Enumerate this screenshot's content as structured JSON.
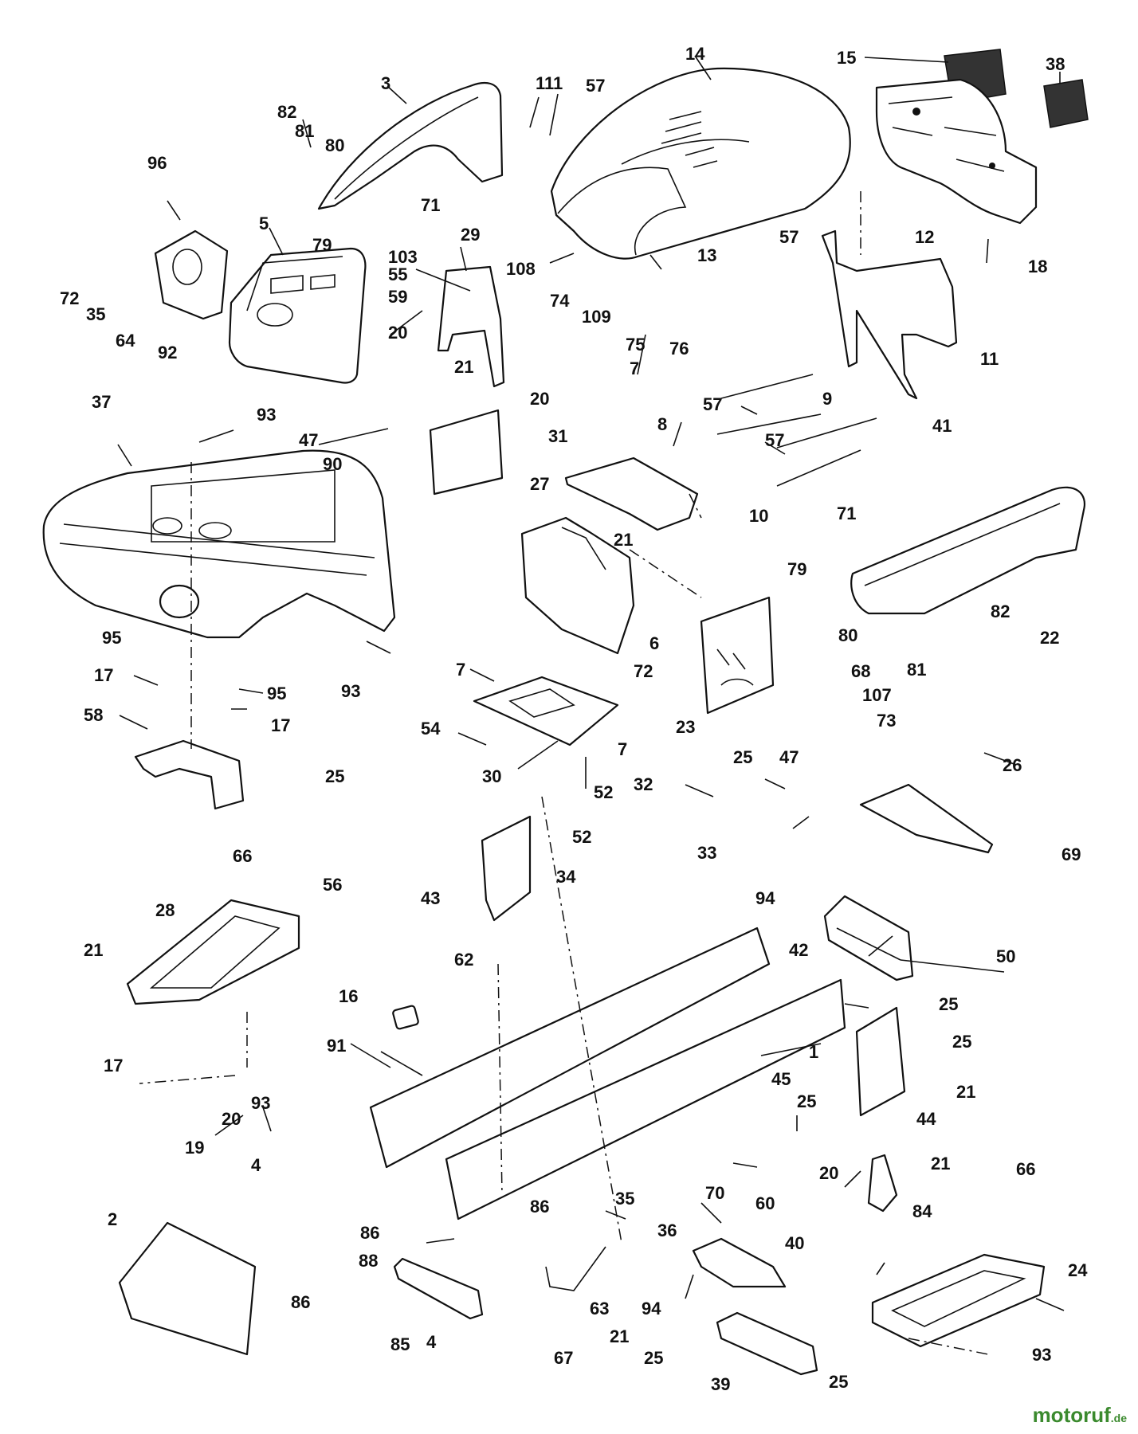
{
  "diagram": {
    "callouts": [
      {
        "id": "c14",
        "text": "14"
      },
      {
        "id": "c15",
        "text": "15"
      },
      {
        "id": "c38",
        "text": "38"
      },
      {
        "id": "c3",
        "text": "3"
      },
      {
        "id": "c111",
        "text": "111"
      },
      {
        "id": "c57a",
        "text": "57"
      },
      {
        "id": "c82a",
        "text": "82"
      },
      {
        "id": "c81a",
        "text": "81"
      },
      {
        "id": "c80a",
        "text": "80"
      },
      {
        "id": "c96",
        "text": "96"
      },
      {
        "id": "c71a",
        "text": "71"
      },
      {
        "id": "c79a",
        "text": "79"
      },
      {
        "id": "c5",
        "text": "5"
      },
      {
        "id": "c29",
        "text": "29"
      },
      {
        "id": "c103",
        "text": "103"
      },
      {
        "id": "c55",
        "text": "55"
      },
      {
        "id": "c59",
        "text": "59"
      },
      {
        "id": "c20a",
        "text": "20"
      },
      {
        "id": "c21a",
        "text": "21"
      },
      {
        "id": "c20b",
        "text": "20"
      },
      {
        "id": "c108",
        "text": "108"
      },
      {
        "id": "c74",
        "text": "74"
      },
      {
        "id": "c109",
        "text": "109"
      },
      {
        "id": "c13",
        "text": "13"
      },
      {
        "id": "c75",
        "text": "75"
      },
      {
        "id": "c76",
        "text": "76"
      },
      {
        "id": "c57b",
        "text": "57"
      },
      {
        "id": "c12",
        "text": "12"
      },
      {
        "id": "c11",
        "text": "11"
      },
      {
        "id": "c18",
        "text": "18"
      },
      {
        "id": "c41",
        "text": "41"
      },
      {
        "id": "c72a",
        "text": "72"
      },
      {
        "id": "c35a",
        "text": "35"
      },
      {
        "id": "c64",
        "text": "64"
      },
      {
        "id": "c92",
        "text": "92"
      },
      {
        "id": "c37",
        "text": "37"
      },
      {
        "id": "c93a",
        "text": "93"
      },
      {
        "id": "c47a",
        "text": "47"
      },
      {
        "id": "c90",
        "text": "90"
      },
      {
        "id": "c27",
        "text": "27"
      },
      {
        "id": "c7a",
        "text": "7"
      },
      {
        "id": "c31",
        "text": "31"
      },
      {
        "id": "c8",
        "text": "8"
      },
      {
        "id": "c57c",
        "text": "57"
      },
      {
        "id": "c9",
        "text": "9"
      },
      {
        "id": "c57d",
        "text": "57"
      },
      {
        "id": "c10",
        "text": "10"
      },
      {
        "id": "c71b",
        "text": "71"
      },
      {
        "id": "c79b",
        "text": "79"
      },
      {
        "id": "c22",
        "text": "22"
      },
      {
        "id": "c80b",
        "text": "80"
      },
      {
        "id": "c81b",
        "text": "81"
      },
      {
        "id": "c82b",
        "text": "82"
      },
      {
        "id": "c21b",
        "text": "21"
      },
      {
        "id": "c6",
        "text": "6"
      },
      {
        "id": "c72b",
        "text": "72"
      },
      {
        "id": "c68",
        "text": "68"
      },
      {
        "id": "c107",
        "text": "107"
      },
      {
        "id": "c73",
        "text": "73"
      },
      {
        "id": "c23",
        "text": "23"
      },
      {
        "id": "c47b",
        "text": "47"
      },
      {
        "id": "c95a",
        "text": "95"
      },
      {
        "id": "c93b",
        "text": "93"
      },
      {
        "id": "c17a",
        "text": "17"
      },
      {
        "id": "c95b",
        "text": "95"
      },
      {
        "id": "c17b",
        "text": "17"
      },
      {
        "id": "c58",
        "text": "58"
      },
      {
        "id": "c7b",
        "text": "7"
      },
      {
        "id": "c54",
        "text": "54"
      },
      {
        "id": "c7c",
        "text": "7"
      },
      {
        "id": "c30",
        "text": "30"
      },
      {
        "id": "c52a",
        "text": "52"
      },
      {
        "id": "c32",
        "text": "32"
      },
      {
        "id": "c25a",
        "text": "25"
      },
      {
        "id": "c26",
        "text": "26"
      },
      {
        "id": "c25b",
        "text": "25"
      },
      {
        "id": "c56",
        "text": "56"
      },
      {
        "id": "c52b",
        "text": "52"
      },
      {
        "id": "c33",
        "text": "33"
      },
      {
        "id": "c69",
        "text": "69"
      },
      {
        "id": "c66a",
        "text": "66"
      },
      {
        "id": "c43",
        "text": "43"
      },
      {
        "id": "c34",
        "text": "34"
      },
      {
        "id": "c94a",
        "text": "94"
      },
      {
        "id": "c28",
        "text": "28"
      },
      {
        "id": "c50",
        "text": "50"
      },
      {
        "id": "c21c",
        "text": "21"
      },
      {
        "id": "c62",
        "text": "62"
      },
      {
        "id": "c42",
        "text": "42"
      },
      {
        "id": "c16",
        "text": "16"
      },
      {
        "id": "c25c",
        "text": "25"
      },
      {
        "id": "c91",
        "text": "91"
      },
      {
        "id": "c1",
        "text": "1"
      },
      {
        "id": "c25d",
        "text": "25"
      },
      {
        "id": "c17c",
        "text": "17"
      },
      {
        "id": "c93c",
        "text": "93"
      },
      {
        "id": "c21d",
        "text": "21"
      },
      {
        "id": "c20c",
        "text": "20"
      },
      {
        "id": "c45",
        "text": "45"
      },
      {
        "id": "c25e",
        "text": "25"
      },
      {
        "id": "c44",
        "text": "44"
      },
      {
        "id": "c19",
        "text": "19"
      },
      {
        "id": "c4a",
        "text": "4"
      },
      {
        "id": "c70",
        "text": "70"
      },
      {
        "id": "c20d",
        "text": "20"
      },
      {
        "id": "c21e",
        "text": "21"
      },
      {
        "id": "c2",
        "text": "2"
      },
      {
        "id": "c60",
        "text": "60"
      },
      {
        "id": "c86a",
        "text": "86"
      },
      {
        "id": "c35b",
        "text": "35"
      },
      {
        "id": "c84",
        "text": "84"
      },
      {
        "id": "c66b",
        "text": "66"
      },
      {
        "id": "c86b",
        "text": "86"
      },
      {
        "id": "c36",
        "text": "36"
      },
      {
        "id": "c40",
        "text": "40"
      },
      {
        "id": "c88",
        "text": "88"
      },
      {
        "id": "c24",
        "text": "24"
      },
      {
        "id": "c86c",
        "text": "86"
      },
      {
        "id": "c63",
        "text": "63"
      },
      {
        "id": "c94b",
        "text": "94"
      },
      {
        "id": "c85",
        "text": "85"
      },
      {
        "id": "c4b",
        "text": "4"
      },
      {
        "id": "c67",
        "text": "67"
      },
      {
        "id": "c21f",
        "text": "21"
      },
      {
        "id": "c25f",
        "text": "25"
      },
      {
        "id": "c39",
        "text": "39"
      },
      {
        "id": "c25g",
        "text": "25"
      },
      {
        "id": "c93d",
        "text": "93"
      }
    ]
  },
  "watermark": {
    "main": "motoruf",
    "suffix": ".de"
  }
}
